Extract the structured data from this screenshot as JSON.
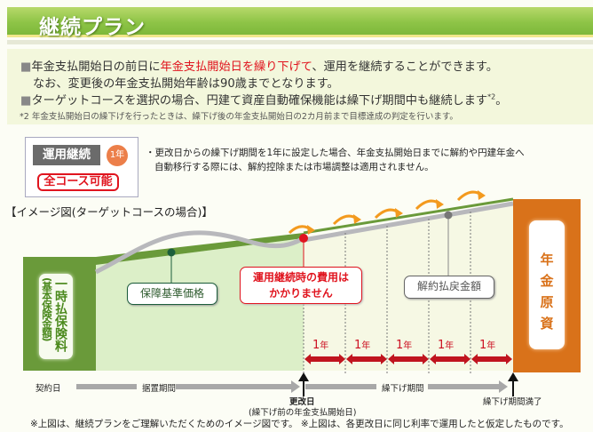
{
  "header": {
    "title": "継続プラン"
  },
  "notes": {
    "bullet1_prefix": "年金支払開始日の前日に",
    "bullet1_highlight": "年金支払開始日を繰り下げて",
    "bullet1_suffix": "、運用を継続することができます。",
    "bullet1_line2": "なお、変更後の年金支払開始年齢は90歳までとなります。",
    "bullet2": "ターゲットコースを選択の場合、円建て資産自動確保機能は繰下げ期間中も継続します",
    "bullet2_ref": "*2",
    "bullet2_end": "。",
    "footnote": "*2 年金支払開始日の繰下げを行ったときは、繰下げ後の年金支払開始日の2カ月前まで目標達成の判定を行います。",
    "bullet_glyph": "■"
  },
  "badge": {
    "operation_label": "運用継続",
    "period_label": "1年",
    "all_courses_label": "全コース可能"
  },
  "description": {
    "line1": "・更改日からの繰下げ期間を1年に設定した場合、年金支払開始日までに解約や円建年金へ",
    "line2": "自動移行する際には、解約控除または市場調整は適用されません。"
  },
  "image_caption": "【イメージ図(ターゲットコースの場合)】",
  "diagram": {
    "left_bar_main": "一時払保険料",
    "left_bar_sub": "(基本保険金額)",
    "guarantee_label": "保障基準価格",
    "no_cost_line1": "運用継続時の費用は",
    "no_cost_line2": "かかりません",
    "surrender_label": "解約払戻金額",
    "pension_fund_chars": [
      "年",
      "金",
      "原",
      "資"
    ],
    "years": [
      {
        "num": "1",
        "unit": "年"
      },
      {
        "num": "1",
        "unit": "年"
      },
      {
        "num": "1",
        "unit": "年"
      },
      {
        "num": "1",
        "unit": "年"
      },
      {
        "num": "1",
        "unit": "年"
      }
    ],
    "colors": {
      "green_dark": "#6a9a3a",
      "green_light": "#dcefc8",
      "orange": "#d9721a",
      "red": "#e0141e",
      "year_arrow": "#c0141e",
      "curve_gray": "#b8b8bc"
    }
  },
  "timeline": {
    "contract_date": "契約日",
    "deferral_period": "据置期間",
    "postponement_period": "繰下げ期間",
    "renewal_date": "更改日",
    "renewal_note": "(繰下げ前の年金支払開始日)",
    "postponement_end": "繰下げ期間満了"
  },
  "footer": "※上図は、継続プランをご理解いただくためのイメージ図です。 ※上図は、各更改日に同じ利率で運用したと仮定したものです。"
}
